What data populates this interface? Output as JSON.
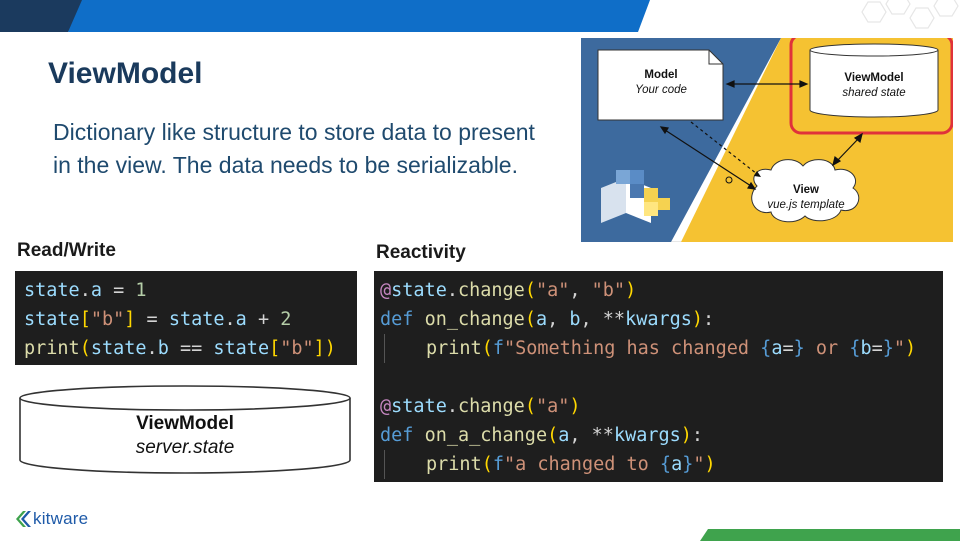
{
  "slide": {
    "title": "ViewModel",
    "description": "Dictionary like structure to store data to present in the view. The data needs to be serializable."
  },
  "colors": {
    "banner_blue": "#0f6ec8",
    "banner_dark": "#1b3a5e",
    "title_navy": "#1a3a5c",
    "diagram_blue": "#3d6a9e",
    "diagram_yellow": "#f5c232",
    "highlight_red": "#e0323a",
    "kitware_green": "#3fa34d"
  },
  "sections": {
    "read_write": "Read/Write",
    "reactivity": "Reactivity"
  },
  "server_model": {
    "title": "ViewModel",
    "subtitle": "server.state"
  },
  "diagram": {
    "model_title": "Model",
    "model_subtitle": "Your code",
    "viewmodel_title": "ViewModel",
    "viewmodel_subtitle": "shared state",
    "view_title": "View",
    "view_subtitle": "vue.js template"
  },
  "logo": {
    "text": "kitware",
    "icon": "kitware-chevron-icon"
  }
}
